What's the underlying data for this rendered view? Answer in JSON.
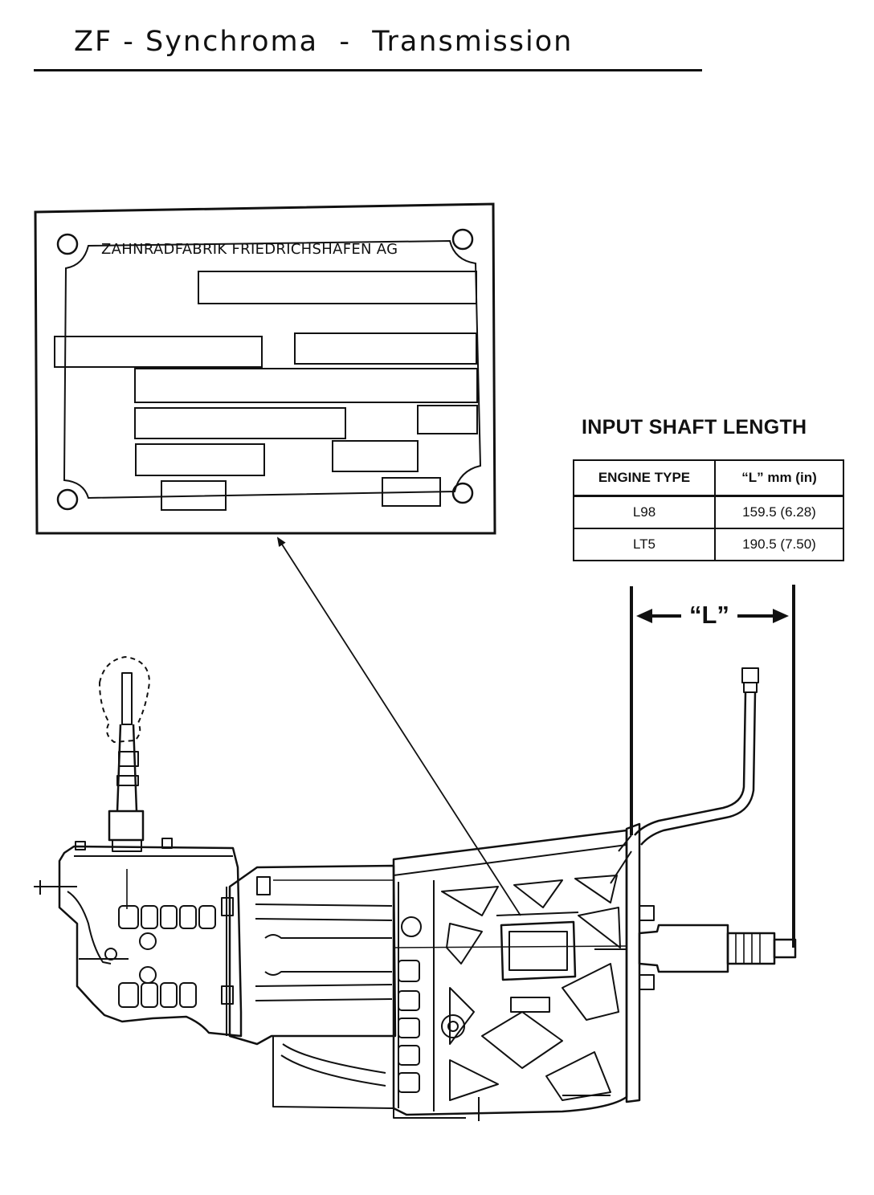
{
  "page": {
    "title": "ZF - Synchroma  -  Transmission"
  },
  "id_plate": {
    "manufacturer": "ZAHNRADFABRIK FRIEDRICHSHAFEN AG"
  },
  "input_shaft_table": {
    "title": "INPUT SHAFT LENGTH",
    "headers": [
      "ENGINE TYPE",
      "“L” mm (in)"
    ],
    "rows": [
      [
        "L98",
        "159.5 (6.28)"
      ],
      [
        "LT5",
        "190.5 (7.50)"
      ]
    ]
  },
  "dimension": {
    "label": "“L”"
  }
}
